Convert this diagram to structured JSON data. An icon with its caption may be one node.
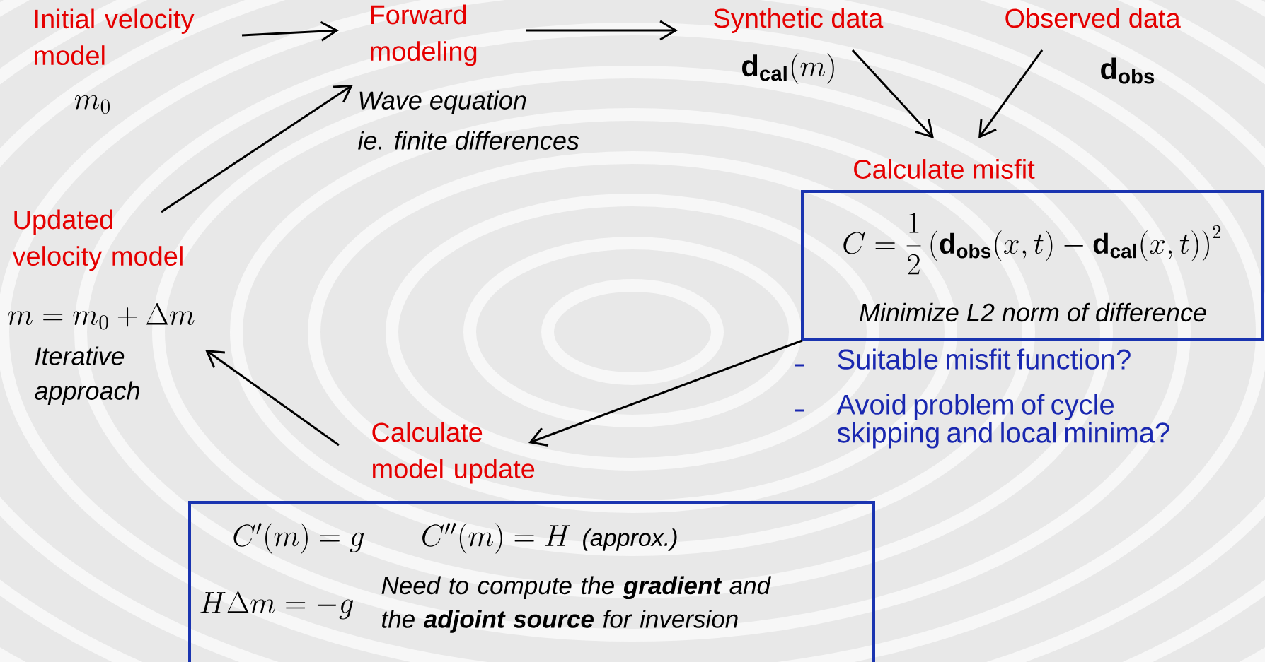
{
  "diagram": {
    "nodes": [
      {
        "text": [
          "Initial velocity model",
          "m_{0}"
        ]
      },
      {
        "text": [
          "Forward modeling",
          "Wave equation",
          "ie. finite differences"
        ]
      },
      {
        "text": [
          "Synthetic data",
          "\\mathbf{d}_{\\mathbf{cal}}(m)"
        ]
      },
      {
        "text": [
          "Observed data",
          "\\mathbf{d}_{\\mathbf{obs}}"
        ]
      },
      {
        "text": [
          "Calculate misfit",
          "C=\\frac{1}{2}\\left(\\mathbf{d}_{\\mathbf{obs}}(x,t)-\\mathbf{d}_{\\mathbf{cal}}(x,t)\\right)^{2}",
          "Minimize L2 norm of difference"
        ],
        "beside": [
          "Suitable misfit function?",
          "Avoid problem of cycle skipping and local minima?"
        ]
      },
      {
        "text": [
          "Calculate model update",
          "C'(m)=g",
          "C''(m)=H",
          "(approx.)",
          "H\\Delta m=-g",
          "Need to compute the **gradient** and the **adjoint source** for inversion"
        ]
      },
      {
        "text": [
          "Updated velocity model",
          "m=m_{0}+\\Delta m",
          "Iterative approach"
        ]
      }
    ],
    "edges": [
      {
        "from": 0,
        "to": 1,
        "arrow": "to"
      },
      {
        "from": 1,
        "to": 2,
        "arrow": "to"
      },
      {
        "from": 2,
        "to": 4,
        "arrow": "to"
      },
      {
        "from": 3,
        "to": 4,
        "arrow": "to"
      },
      {
        "from": 4,
        "to": 5,
        "arrow": "to"
      },
      {
        "from": 5,
        "to": 6,
        "arrow": "to"
      },
      {
        "from": 6,
        "to": 1,
        "arrow": "to"
      }
    ]
  }
}
